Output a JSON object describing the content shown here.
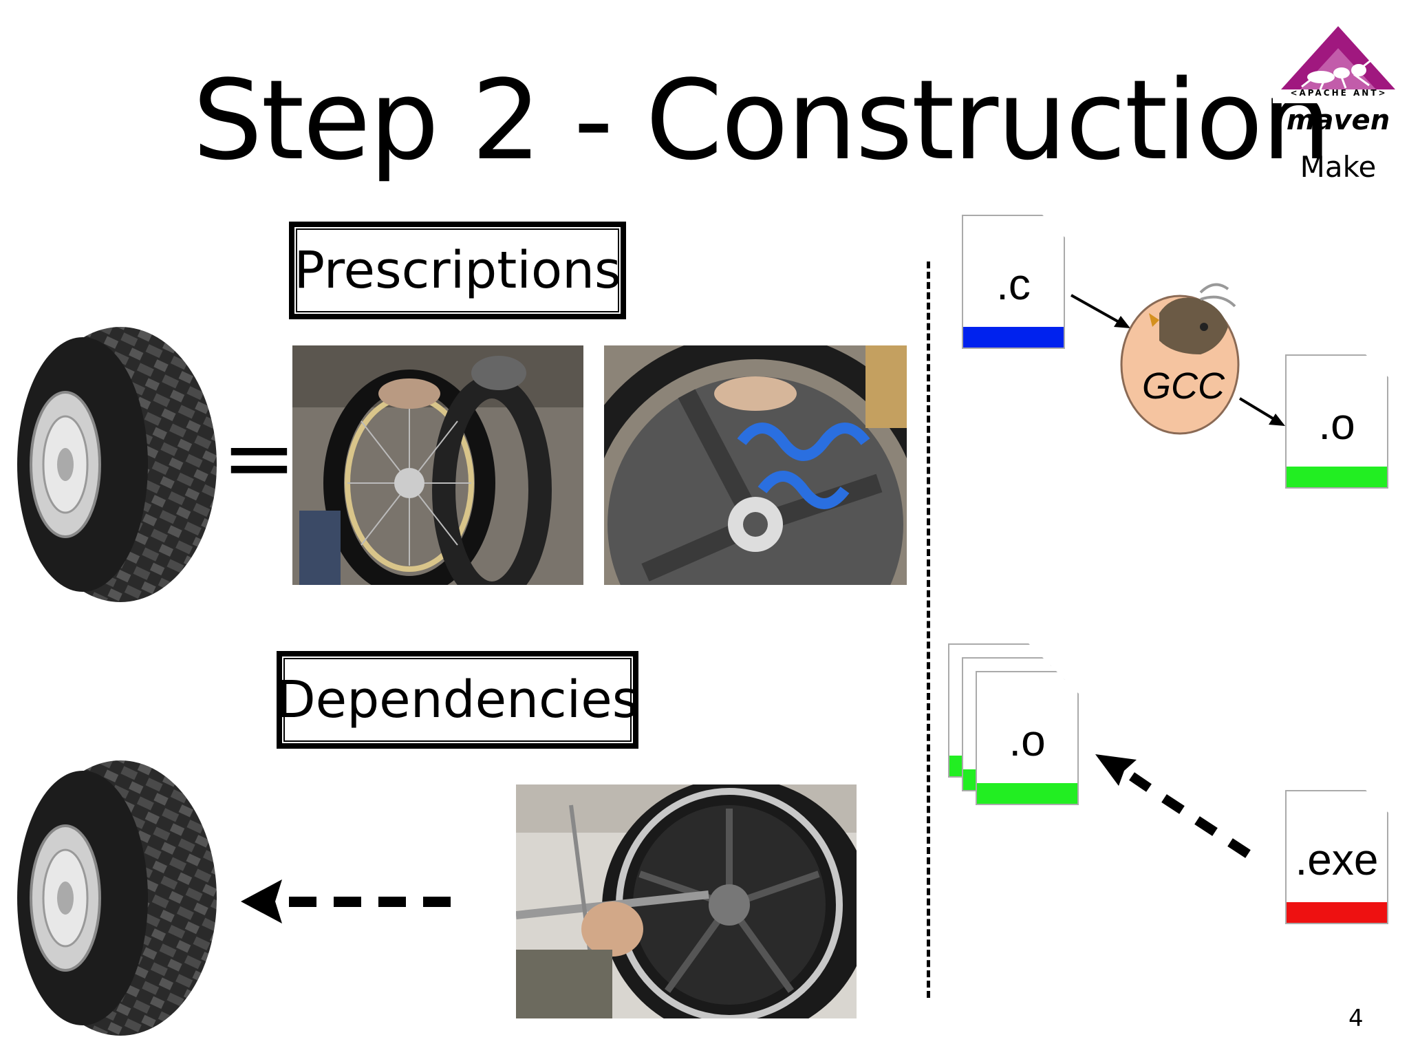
{
  "title": "Step 2 - Construction",
  "logos": {
    "ant_text": "<APACHE ANT>",
    "maven": "maven",
    "make": "Make"
  },
  "labels": {
    "prescriptions": "Prescriptions",
    "dependencies": "Dependencies",
    "equals": "="
  },
  "files": {
    "c": ".c",
    "o_single": ".o",
    "o_stack": ".o",
    "exe": ".exe"
  },
  "gcc_label": "GCC",
  "colors": {
    "c_band": "#0022ee",
    "o_band": "#22ee22",
    "exe_band": "#ee1111",
    "gcc_egg": "#f5c4a0",
    "ant_purple": "#a0187f"
  },
  "page_number": "4"
}
